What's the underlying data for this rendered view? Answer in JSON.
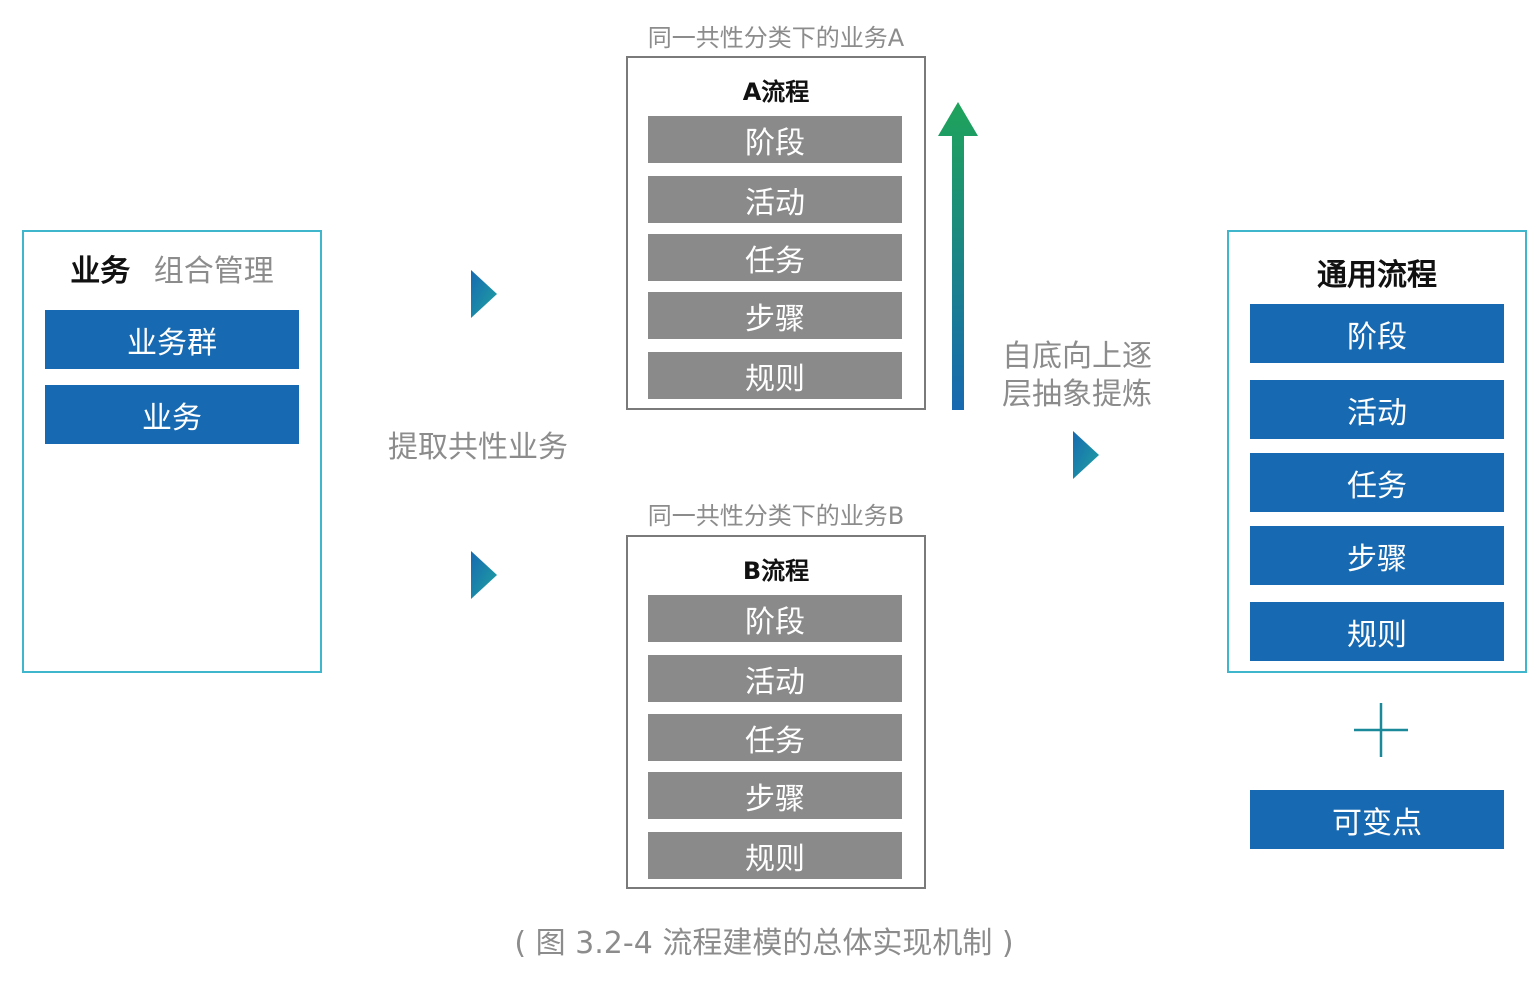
{
  "left_panel": {
    "title_bold": "业务",
    "title_light": "组合管理",
    "items": [
      "业务群",
      "业务"
    ]
  },
  "extract_label": "提取共性业务",
  "process_a": {
    "caption": "同一共性分类下的业务A",
    "title": "A流程",
    "items": [
      "阶段",
      "活动",
      "任务",
      "步骤",
      "规则"
    ]
  },
  "process_b": {
    "caption": "同一共性分类下的业务B",
    "title": "B流程",
    "items": [
      "阶段",
      "活动",
      "任务",
      "步骤",
      "规则"
    ]
  },
  "abstraction_label": [
    "自底向上逐",
    "层抽象提炼"
  ],
  "general_process": {
    "title": "通用流程",
    "items": [
      "阶段",
      "活动",
      "任务",
      "步骤",
      "规则"
    ]
  },
  "plus_symbol": "+",
  "variable_points": "可变点",
  "figure_caption": "( 图 3.2-4 流程建模的总体实现机制 )",
  "colors": {
    "blue_box": "#1769b1",
    "gray_box": "#8a8a8a",
    "cyan_border": "#3fb6cb",
    "arrow_gradient_top": "#1fa35a",
    "arrow_gradient_bottom": "#1769b1"
  }
}
